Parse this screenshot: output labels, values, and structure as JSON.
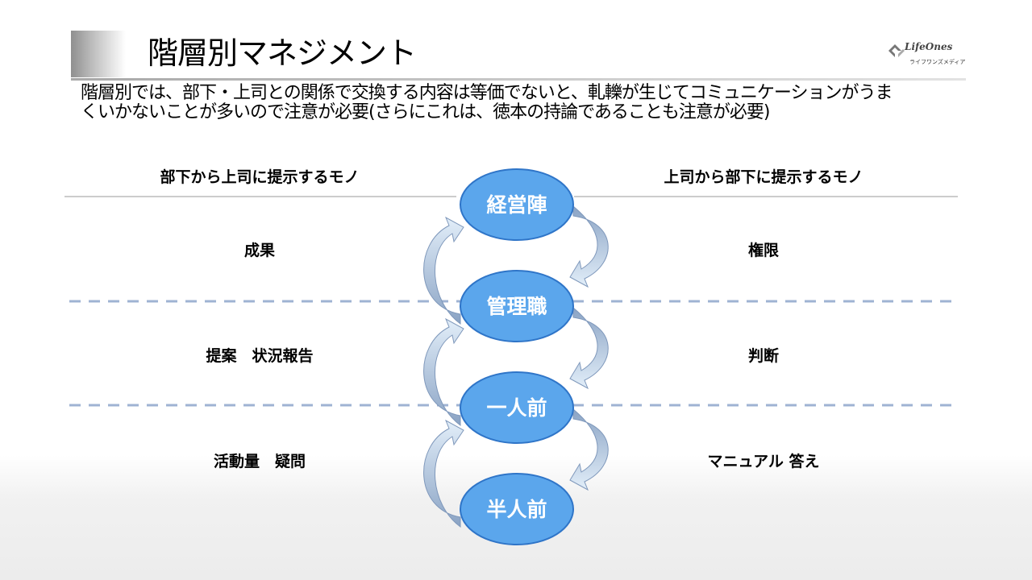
{
  "title": "階層別マネジメント",
  "logo": {
    "name": "LifeOnes",
    "sub": "ライフワンズメディア"
  },
  "intro": [
    "階層別では、部下・上司との関係で交換する内容は等価でないと、軋轢が生じてコミュニケーションがうま",
    "くいかないことが多いので注意が必要(さらにこれは、徳本の持論であることも注意が必要)"
  ],
  "columns": {
    "left_header": "部下から上司に提示するモノ",
    "right_header": "上司から部下に提示するモノ"
  },
  "levels": [
    "経営陣",
    "管理職",
    "一人前",
    "半人前"
  ],
  "rows": [
    {
      "left": "成果",
      "right": "権限"
    },
    {
      "left": "提案　状況報告",
      "right": "判断"
    },
    {
      "left": "活動量　疑問",
      "right": "マニュアル 答え"
    }
  ],
  "colors": {
    "node_fill": "#5ba6ec",
    "node_stroke": "#2f75c8",
    "dash": "#9fb3d3",
    "arrow_light": "#dcebf8",
    "arrow_dark": "#93a9c8"
  },
  "icons": [
    "logo-diamond-icon",
    "curved-arrow-up-icon",
    "curved-arrow-down-icon"
  ]
}
